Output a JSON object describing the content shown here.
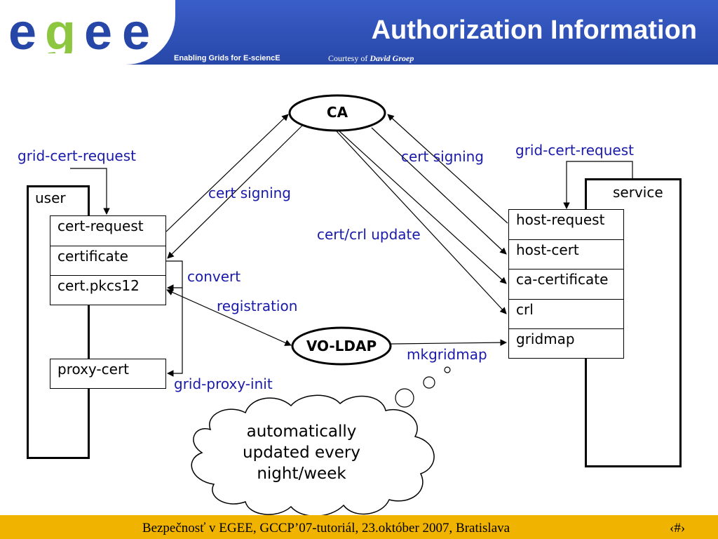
{
  "header": {
    "title": "Authorization Information",
    "tagline": "Enabling Grids for E-sciencE",
    "courtesy_prefix": "Courtesy of",
    "courtesy_name": "David Groep",
    "logo_text": "egee"
  },
  "nodes": {
    "ca": "CA",
    "vo_ldap": "VO-LDAP"
  },
  "user_panel": {
    "title": "user",
    "items": [
      "cert-request",
      "certificate",
      "cert.pkcs12"
    ],
    "proxy": "proxy-cert"
  },
  "service_panel": {
    "title": "service",
    "items": [
      "host-request",
      "host-cert",
      "ca-certificate",
      "crl",
      "gridmap"
    ]
  },
  "labels": {
    "grid_cert_request_left": "grid-cert-request",
    "grid_cert_request_right": "grid-cert-request",
    "cert_signing_left": "cert signing",
    "cert_signing_right": "cert signing",
    "cert_crl_update": "cert/crl update",
    "convert": "convert",
    "registration": "registration",
    "grid_proxy_init": "grid-proxy-init",
    "mkgridmap": "mkgridmap"
  },
  "cloud": {
    "line1": "automatically",
    "line2": "updated every",
    "line3": "night/week"
  },
  "footer": {
    "text": "Bezpečnosť v EGEE, GCCP’07-tutoriál, 23.október 2007, Bratislava",
    "page": "‹#›"
  },
  "colors": {
    "header_blue": "#2f52b8",
    "footer_gold": "#f0b400",
    "label_blue": "#1a1aaa",
    "logo_green": "#8dc63f",
    "logo_blue": "#2747a8"
  }
}
